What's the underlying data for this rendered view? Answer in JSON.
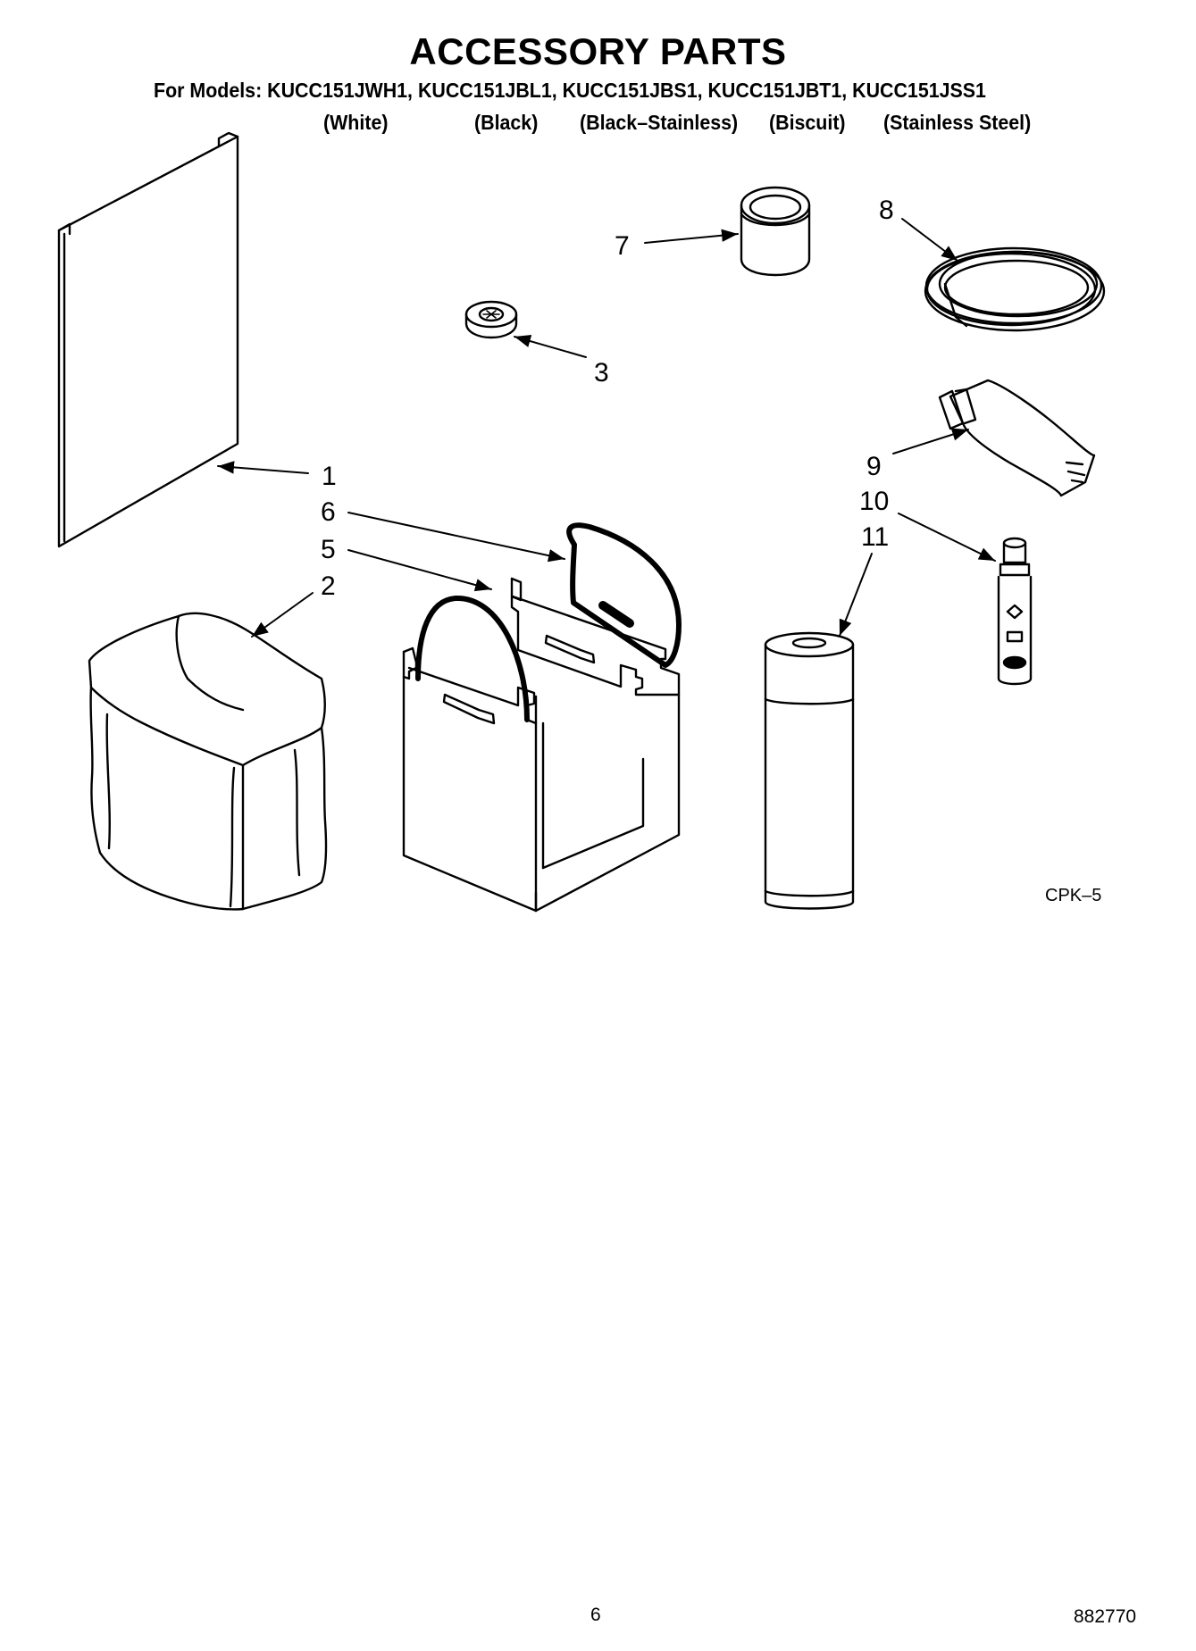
{
  "header": {
    "title": "ACCESSORY PARTS",
    "models_line": "For Models: KUCC151JWH1, KUCC151JBL1, KUCC151JBS1, KUCC151JBT1, KUCC151JSS1",
    "colors": [
      "(White)",
      "(Black)",
      "(Black–Stainless)",
      "(Biscuit)",
      "(Stainless Steel)"
    ]
  },
  "callouts": {
    "c1": "1",
    "c2": "2",
    "c3": "3",
    "c5": "5",
    "c6": "6",
    "c7": "7",
    "c8": "8",
    "c9": "9",
    "c10": "10",
    "c11": "11"
  },
  "figure_code": "CPK–5",
  "footer": {
    "page_number": "6",
    "doc_number": "882770"
  }
}
